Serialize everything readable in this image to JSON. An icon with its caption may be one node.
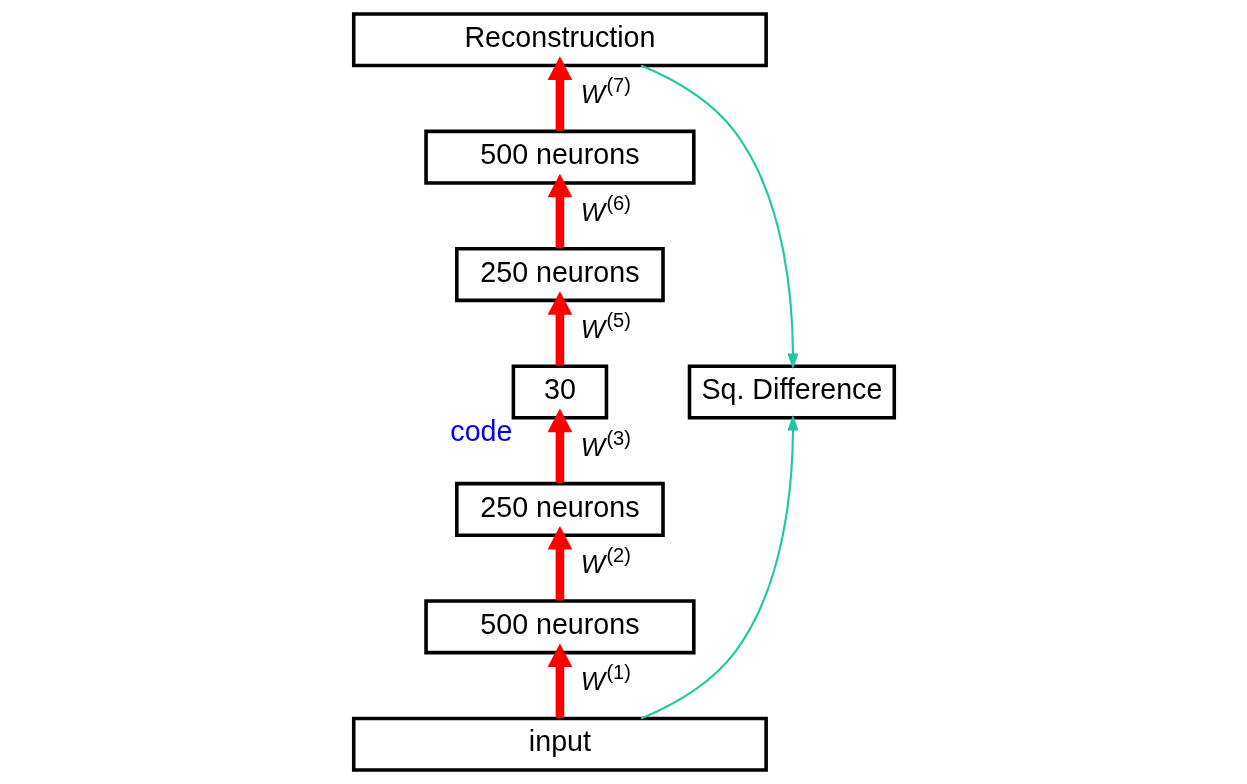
{
  "diagram": {
    "nodes": [
      {
        "text": [
          "Reconstruction"
        ]
      },
      {
        "text": [
          "500 neurons"
        ]
      },
      {
        "text": [
          "250 neurons"
        ]
      },
      {
        "text": [
          "30"
        ],
        "beside": [
          "code"
        ]
      },
      {
        "text": [
          "250 neurons"
        ]
      },
      {
        "text": [
          "500 neurons"
        ]
      },
      {
        "text": [
          "input"
        ]
      },
      {
        "text": [
          "Sq. Difference"
        ]
      }
    ],
    "edges": [
      {
        "from": 6,
        "to": 5,
        "arrow": "to",
        "label": "W$^{(1)}$"
      },
      {
        "from": 5,
        "to": 4,
        "arrow": "to",
        "label": "W$^{(2)}$"
      },
      {
        "from": 4,
        "to": 3,
        "arrow": "to",
        "label": "W$^{(3)}$"
      },
      {
        "from": 3,
        "to": 2,
        "arrow": "to",
        "label": "W$^{(5)}$"
      },
      {
        "from": 2,
        "to": 1,
        "arrow": "to",
        "label": "W$^{(6)}$"
      },
      {
        "from": 1,
        "to": 0,
        "arrow": "to",
        "label": "W$^{(7)}$"
      },
      {
        "from": 0,
        "to": 7,
        "arrow": "to",
        "color": "#1ec8a0"
      },
      {
        "from": 6,
        "to": 7,
        "arrow": "to",
        "color": "#1ec8a0"
      }
    ]
  }
}
